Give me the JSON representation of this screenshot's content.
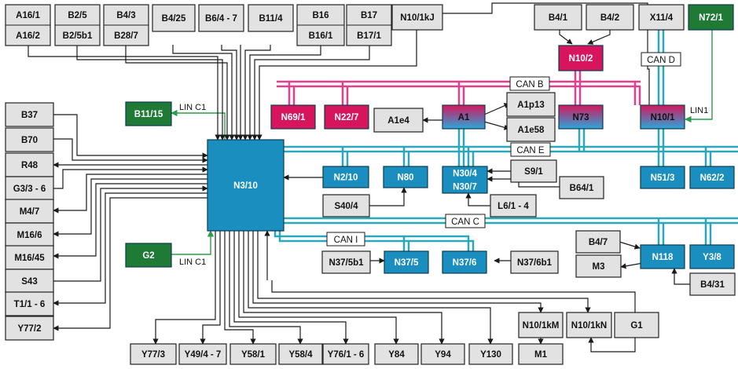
{
  "colors": {
    "gray_box": "#e2e2e2",
    "blue_box": "#1a8fbf",
    "green_box": "#1f7a35",
    "pink_box": "#d6155c",
    "can_blue": "#2aa7b9",
    "can_pink": "#e23e8c",
    "lin_green": "#2e9d47",
    "wire": "#1a1a1a"
  },
  "central_module": {
    "label": "N3/10"
  },
  "top_row": {
    "a16_1": "A16/1",
    "a16_2": "A16/2",
    "b2_5": "B2/5",
    "b2_5b1": "B2/5b1",
    "b4_3": "B4/3",
    "b28_7": "B28/7",
    "b4_25": "B4/25",
    "b6_4_7": "B6/4 - 7",
    "b11_4": "B11/4",
    "b16": "B16",
    "b16_1": "B16/1",
    "b17": "B17",
    "b17_1": "B17/1",
    "n10_1kj": "N10/1kJ",
    "b4_1": "B4/1",
    "b4_2": "B4/2",
    "n10_2": "N10/2",
    "x11_4": "X11/4",
    "n72_1": "N72/1"
  },
  "left_column": {
    "b37": "B37",
    "b70": "B70",
    "r48": "R48",
    "g3_3_6": "G3/3 - 6",
    "m4_7": "M4/7",
    "m16_6": "M16/6",
    "m16_45": "M16/45",
    "s43": "S43",
    "t1_1_6": "T1/1 - 6",
    "y77_2": "Y77/2",
    "b11_15": "B11/15",
    "g2": "G2"
  },
  "middle": {
    "n69_1": "N69/1",
    "n22_7": "N22/7",
    "a1e4": "A1e4",
    "a1": "A1",
    "a1p13": "A1p13",
    "a1e58": "A1e58",
    "n73": "N73",
    "n10_1": "N10/1",
    "n2_10": "N2/10",
    "n80": "N80",
    "n30_4": "N30/4",
    "n30_7": "N30/7",
    "s9_1": "S9/1",
    "b64_1": "B64/1",
    "l6_1_4": "L6/1 - 4",
    "s40_4": "S40/4",
    "n51_3": "N51/3",
    "n62_2": "N62/2",
    "n37_5b1": "N37/5b1",
    "n37_5": "N37/5",
    "n37_6": "N37/6",
    "n37_6b1": "N37/6b1",
    "b4_7": "B4/7",
    "m3": "M3",
    "n118": "N118",
    "y3_8": "Y3/8",
    "b4_31": "B4/31",
    "n10_1km": "N10/1kM",
    "n10_1kn": "N10/1kN",
    "g1": "G1",
    "m1": "M1"
  },
  "bottom_row": {
    "y77_3": "Y77/3",
    "y49_4_7": "Y49/4 - 7",
    "y58_1": "Y58/1",
    "y58_4": "Y58/4",
    "y76_1_6": "Y76/1 - 6",
    "y84": "Y84",
    "y94": "Y94",
    "y130": "Y130"
  },
  "bus_labels": {
    "can_b": "CAN B",
    "can_c": "CAN C",
    "can_d": "CAN D",
    "can_e": "CAN E",
    "can_i": "CAN I",
    "lin_c1_top": "LIN C1",
    "lin_c1_bottom": "LIN C1",
    "lin1": "LIN1"
  }
}
